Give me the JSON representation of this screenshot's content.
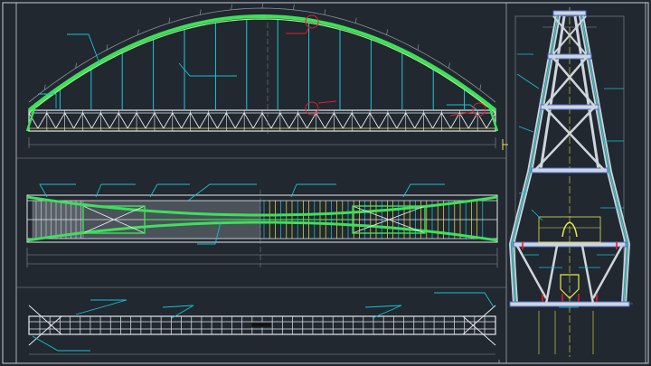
{
  "drawing": {
    "description_none": "",
    "colors": {
      "background": "#212830",
      "frame": "#c9ced4",
      "truss": "#e6e9ee",
      "arch": "#3ee05a",
      "arch_fill": "#9ef08a",
      "hanger": "#1ec7d6",
      "leader": "#19c1d1",
      "dimension": "#8a9099",
      "callout": "#e0202a",
      "yellow": "#e8e84a",
      "tower_blue": "#4a6fd8",
      "tower_gray": "#cfd5dc"
    },
    "views": [
      {
        "name": "elevation"
      },
      {
        "name": "plan"
      },
      {
        "name": "bottom-plan"
      },
      {
        "name": "cross-section"
      }
    ],
    "callouts": [
      {
        "view": "elevation",
        "kind": "detail-circle"
      },
      {
        "view": "elevation",
        "kind": "detail-circle"
      },
      {
        "view": "elevation",
        "kind": "detail-circle"
      }
    ]
  }
}
